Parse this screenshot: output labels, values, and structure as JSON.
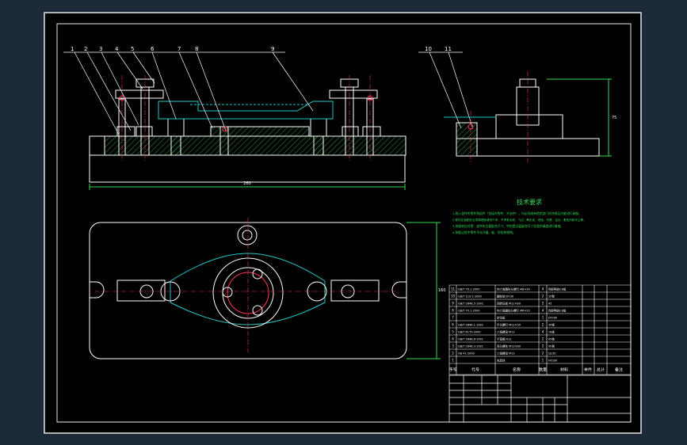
{
  "drawing": {
    "balloons": [
      "1",
      "2",
      "3",
      "4",
      "5",
      "6",
      "7",
      "8",
      "9",
      "10",
      "11"
    ],
    "dimensions": {
      "front_width": "260",
      "side_height": "75",
      "plan_height": "160"
    },
    "tech_title": "技术要求",
    "tech_lines": [
      "1.装入部件的零件和组件（包括外购件、外协件），均必须具有检验部门的合格证方能进行装配。",
      "2.零件在装配前必须清理和清洗干净，不得有毛刺、飞边、氧化皮、锈蚀、切屑、油污、着色剂和灰尘等。",
      "3.装配前应对零、部件的主要配合尺寸，特别是过盈配合尺寸及相关精度进行复查。",
      "4.装配过程中零件不允许磕、碰、划伤和锈蚀。"
    ],
    "bom_rows": [
      {
        "no": "11",
        "code": "GB/T 70.1-2000",
        "name": "内六角圆柱头螺钉 M8×30",
        "qty": "4",
        "mat": "性能等级8.8级"
      },
      {
        "no": "10",
        "code": "GB/T 119.1-2000",
        "name": "圆柱销 8×30",
        "qty": "2",
        "mat": "35钢"
      },
      {
        "no": "9",
        "code": "GB/T 2848.5-1991",
        "name": "回转压板 M12×80",
        "qty": "2",
        "mat": "45"
      },
      {
        "no": "8",
        "code": "GB/T 70.1-2000",
        "name": "内六角圆柱头螺钉 M6×20",
        "qty": "4",
        "mat": "性能等级8.8级"
      },
      {
        "no": "7",
        "code": "",
        "name": "定位板",
        "qty": "1",
        "mat": "HT200"
      },
      {
        "no": "6",
        "code": "GB/T 2848.1-1991",
        "name": "平头螺钉 M12×50",
        "qty": "2",
        "mat": "35钢"
      },
      {
        "no": "5",
        "code": "GB/T 6170-2000",
        "name": "六角螺母 M12",
        "qty": "4",
        "mat": "10级"
      },
      {
        "no": "4",
        "code": "GB/T 2848.6-1991",
        "name": "平垫圈 A12",
        "qty": "2",
        "mat": "45钢"
      },
      {
        "no": "3",
        "code": "GB/T 2848.3-1991",
        "name": "双头螺柱 M12×60",
        "qty": "2",
        "mat": "45钢"
      },
      {
        "no": "2",
        "code": "GB 41-2000",
        "name": "六角螺母 M12",
        "qty": "2",
        "mat": "Q235"
      },
      {
        "no": "1",
        "code": "",
        "name": "夹具体",
        "qty": "1",
        "mat": "HT200"
      }
    ],
    "bom_header": [
      "序号",
      "代号",
      "名称",
      "数量",
      "材料",
      "单件",
      "总计",
      "备注"
    ]
  }
}
